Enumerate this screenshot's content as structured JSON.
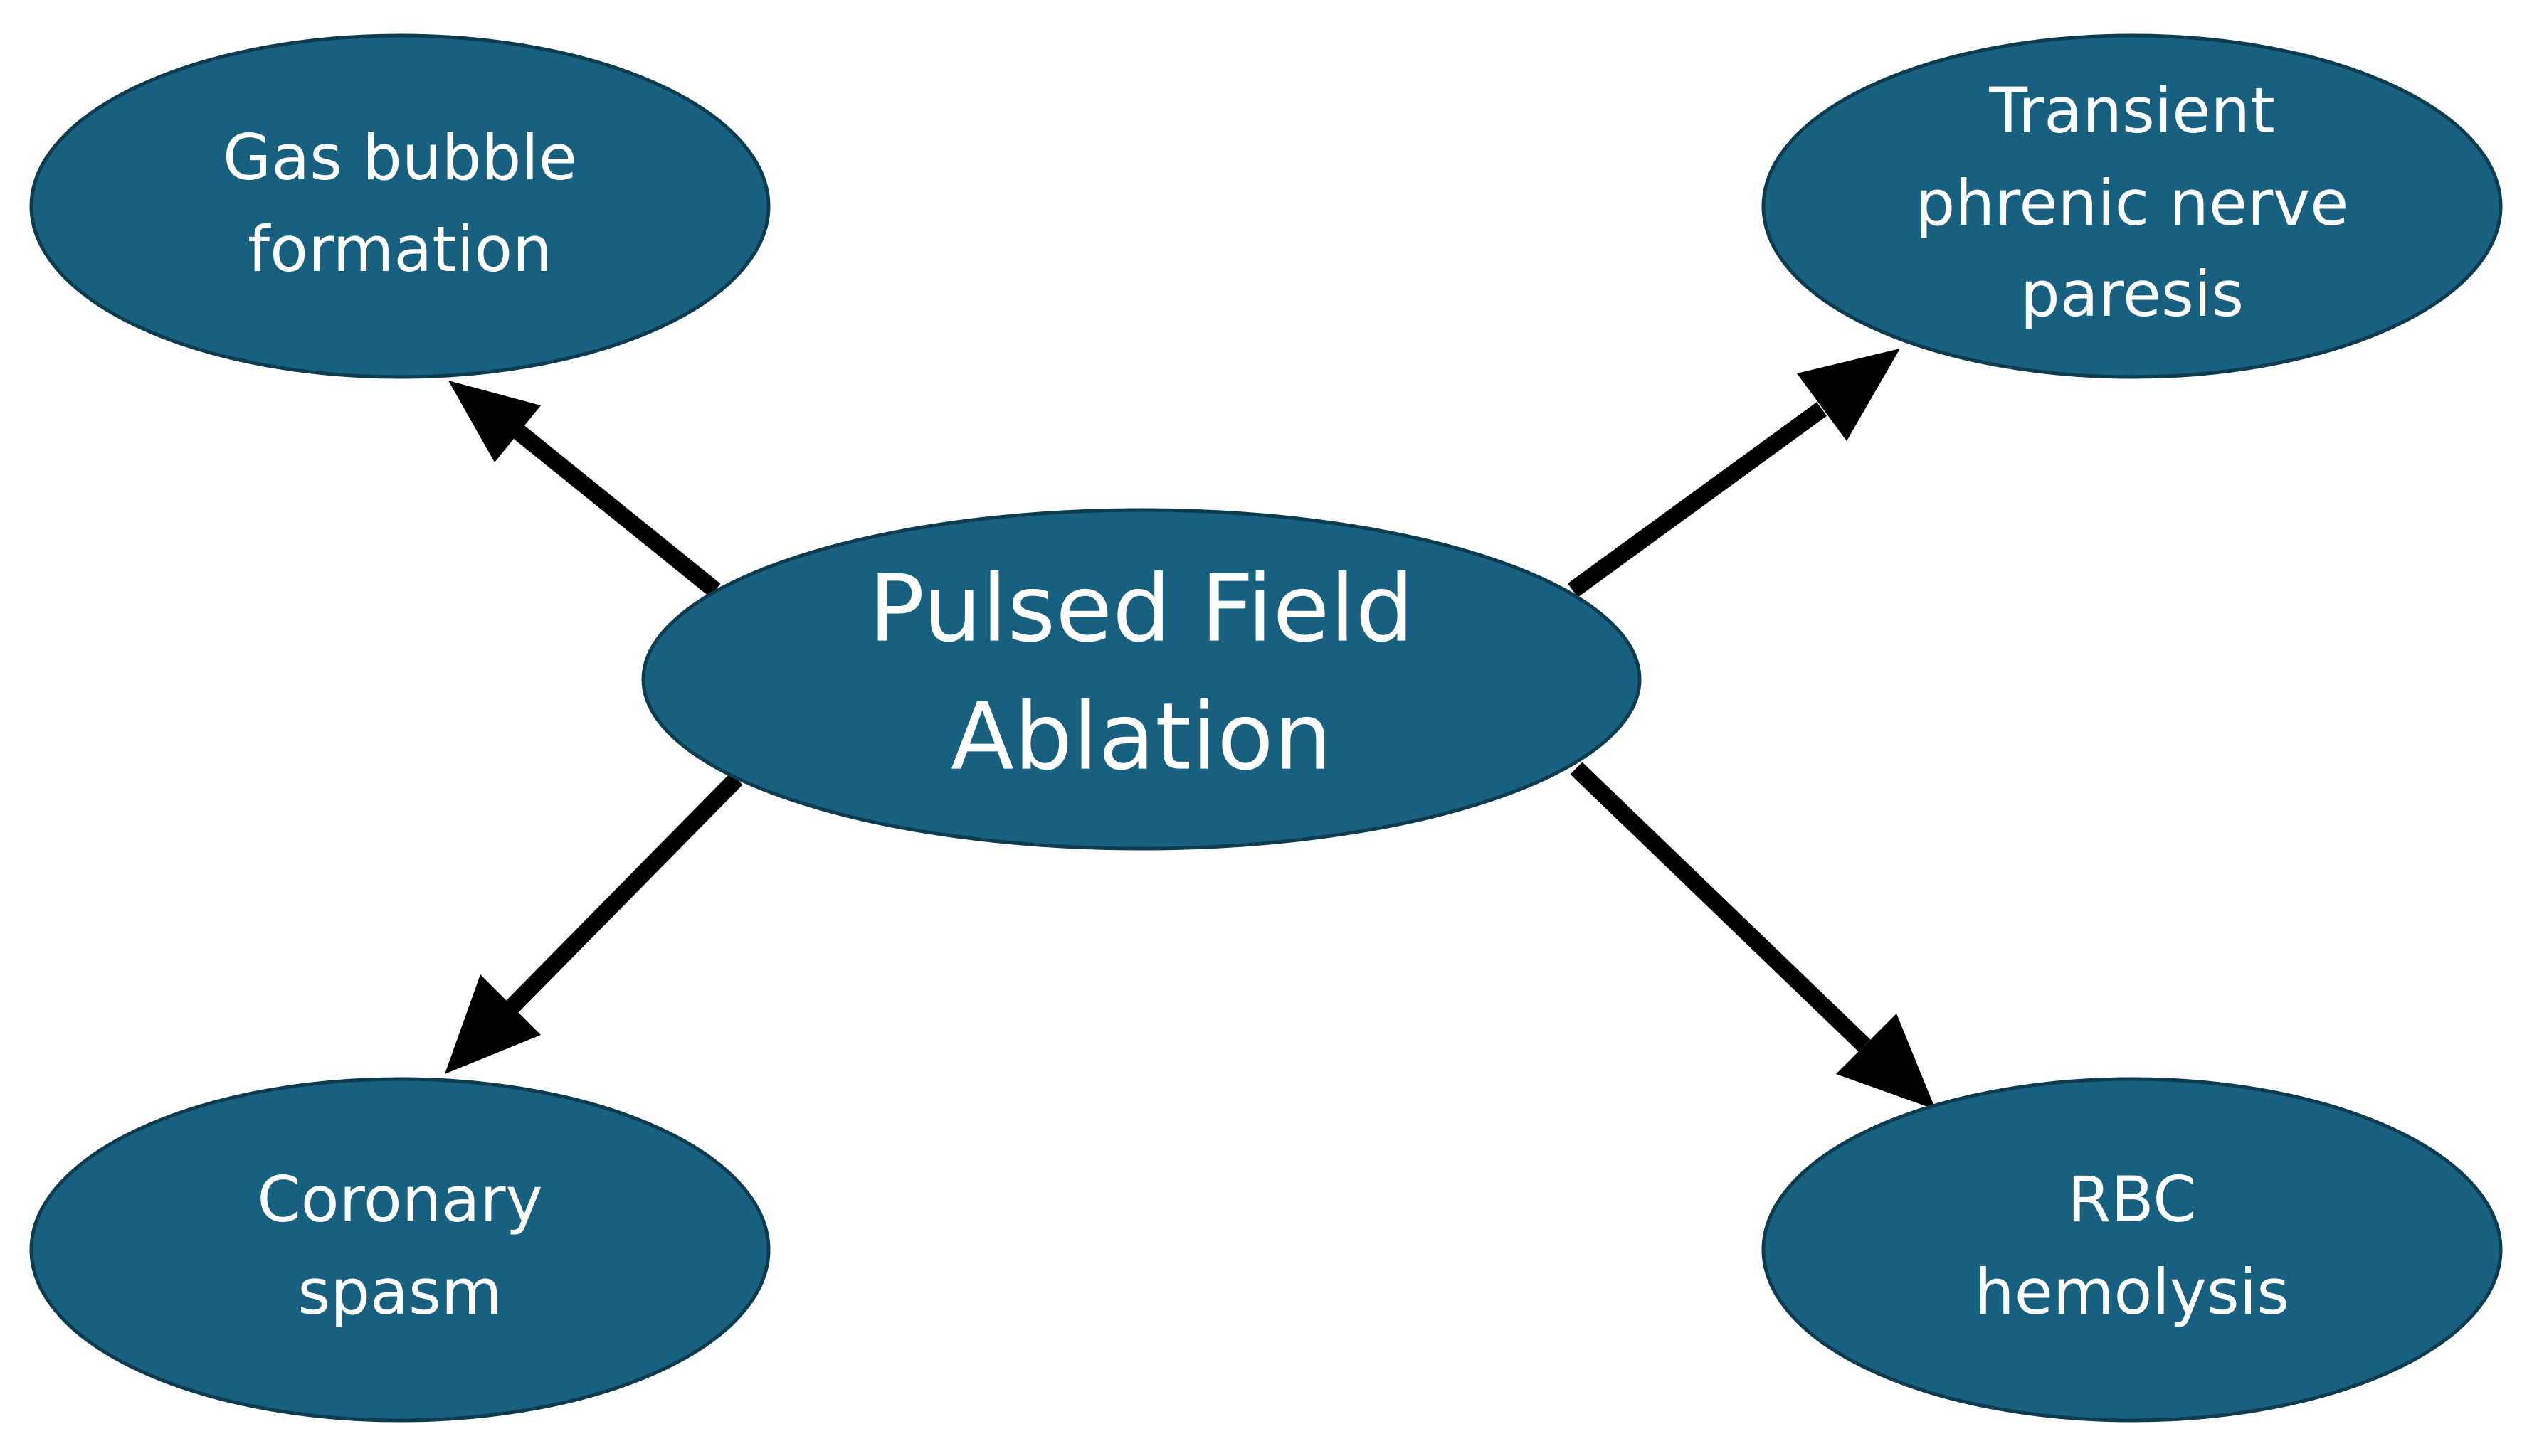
{
  "center": {
    "lines": [
      "Pulsed Field",
      "Ablation"
    ]
  },
  "nodes": {
    "top_left": {
      "lines": [
        "Gas bubble",
        "formation"
      ]
    },
    "top_right": {
      "lines": [
        "Transient",
        "phrenic nerve",
        "paresis"
      ]
    },
    "bottom_left": {
      "lines": [
        "Coronary",
        "spasm"
      ]
    },
    "bottom_right": {
      "lines": [
        "RBC",
        "hemolysis"
      ]
    }
  },
  "colors": {
    "node_fill": "#17607f",
    "node_stroke": "#0d3b4f",
    "text": "#ffffff",
    "arrow": "#000000"
  }
}
